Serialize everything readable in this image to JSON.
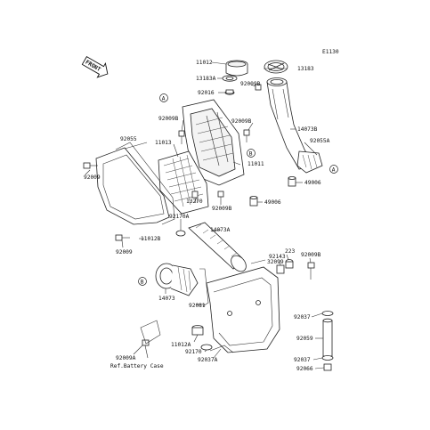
{
  "figure_code": "E1130",
  "front_label": "FRONT",
  "reference_note": "Ref.Battery Case",
  "callouts": {
    "a": "A",
    "b": "B"
  },
  "parts": {
    "p11012": "11012",
    "p13183": "13183",
    "p13183a": "13183A",
    "p92009b_1": "92009B",
    "p92016": "92016",
    "p92009b_2": "92009B",
    "p92009b_3": "92009B",
    "p14073b": "14073B",
    "p92055": "92055",
    "p11013": "11013",
    "p11011": "11011",
    "p92055a": "92055A",
    "p92009_1": "92009",
    "p49006_1": "49006",
    "p13270": "13270",
    "p92009b_4": "92009B",
    "p49006_2": "49006",
    "p92170a": "92170A",
    "p14073a": "14073A",
    "p11012b": "11012B",
    "p92009_2": "92009",
    "p32099": "32099",
    "p223": "223",
    "p92143": "92143",
    "p92009b_5": "92009B",
    "p14073": "14073",
    "p92081": "92081",
    "p92037_1": "92037",
    "p92059": "92059",
    "p92009a": "92009A",
    "p11012a": "11012A",
    "p92170": "92170",
    "p92037a": "92037A",
    "p92037_2": "92037",
    "p92066": "92066"
  }
}
